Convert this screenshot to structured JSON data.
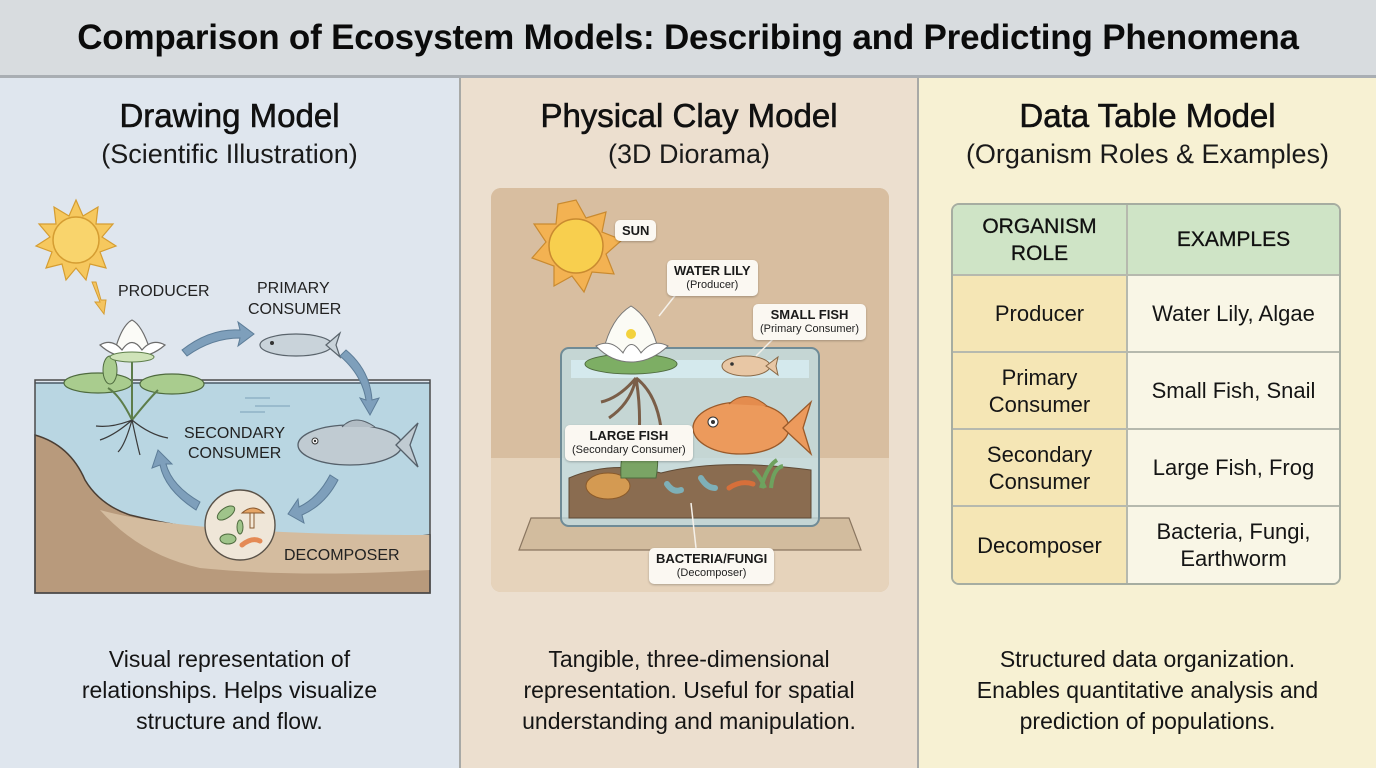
{
  "title": "Comparison of Ecosystem Models: Describing and Predicting Phenomena",
  "panels": [
    {
      "heading": "Drawing Model",
      "subheading": "(Scientific Illustration)",
      "description": "Visual representation of relationships. Helps visualize structure and flow.",
      "background": "#dfe6ee",
      "labels": {
        "producer": "PRODUCER",
        "primary_1": "PRIMARY",
        "primary_2": "CONSUMER",
        "secondary_1": "SECONDARY",
        "secondary_2": "CONSUMER",
        "decomposer": "DECOMPOSER"
      },
      "icons": [
        "sun-icon",
        "water-lily-icon",
        "small-fish-icon",
        "large-fish-icon",
        "microbes-icon",
        "cycle-arrow-icon"
      ]
    },
    {
      "heading": "Physical Clay Model",
      "subheading": "(3D Diorama)",
      "description": "Tangible, three-dimensional representation. Useful for spatial understanding and manipulation.",
      "background": "#ecdfcf",
      "tags": [
        {
          "name": "SUN",
          "role": ""
        },
        {
          "name": "WATER LILY",
          "role": "(Producer)"
        },
        {
          "name": "SMALL FISH",
          "role": "(Primary Consumer)"
        },
        {
          "name": "LARGE FISH",
          "role": "(Secondary Consumer)"
        },
        {
          "name": "BACTERIA/FUNGI",
          "role": "(Decomposer)"
        }
      ]
    },
    {
      "heading": "Data Table Model",
      "subheading": "(Organism Roles & Examples)",
      "description": "Structured data organization. Enables quantitative analysis and prediction of populations.",
      "background": "#f7f1d3",
      "table": {
        "headers": [
          "ORGANISM ROLE",
          "EXAMPLES"
        ],
        "rows": [
          {
            "role": "Producer",
            "examples": "Water Lily, Algae"
          },
          {
            "role": "Primary Consumer",
            "examples": "Small Fish, Snail"
          },
          {
            "role": "Secondary Consumer",
            "examples": "Large Fish, Frog"
          },
          {
            "role": "Decomposer",
            "examples": "Bacteria, Fungi, Earthworm"
          }
        ]
      }
    }
  ],
  "colors": {
    "title_bg": "#d8dcdf",
    "table_header": "#cfe4c6",
    "table_role": "#f5e6b5",
    "arrow": "#7e9fbb",
    "water": "#b9d6e2",
    "soil": "#b89a7c"
  }
}
